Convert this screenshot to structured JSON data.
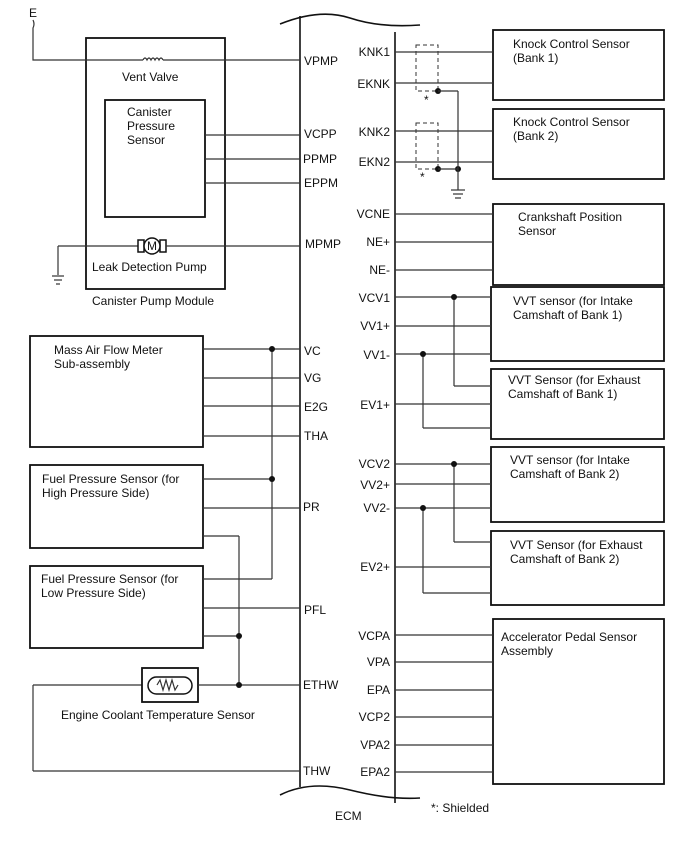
{
  "ecm": {
    "label": "ECM",
    "left_pins": [
      "VPMP",
      "VCPP",
      "PPMP",
      "EPPM",
      "MPMP",
      "VC",
      "VG",
      "E2G",
      "THA",
      "PR",
      "PFL",
      "ETHW",
      "THW"
    ],
    "right_pins": [
      "KNK1",
      "EKNK",
      "KNK2",
      "EKN2",
      "VCNE",
      "NE+",
      "NE-",
      "VCV1",
      "VV1+",
      "VV1-",
      "EV1+",
      "VCV2",
      "VV2+",
      "VV2-",
      "EV2+",
      "VCPA",
      "VPA",
      "EPA",
      "VCP2",
      "VPA2",
      "EPA2"
    ]
  },
  "ground_label": "E",
  "components": {
    "canister_pump_module": "Canister Pump Module",
    "vent_valve": "Vent Valve",
    "canister_pressure_sensor": [
      "Canister",
      "Pressure",
      "Sensor"
    ],
    "leak_detection_pump": "Leak Detection Pump",
    "motor_symbol": "M",
    "maf_meter": [
      "Mass Air Flow Meter",
      "Sub-assembly"
    ],
    "fuel_pressure_high": [
      "Fuel Pressure Sensor (for",
      "High Pressure Side)"
    ],
    "fuel_pressure_low": [
      "Fuel Pressure Sensor (for",
      "Low Pressure Side)"
    ],
    "ect_sensor": "Engine Coolant Temperature Sensor",
    "knock_bank1": [
      "Knock Control Sensor",
      "(Bank 1)"
    ],
    "knock_bank2": [
      "Knock Control Sensor",
      "(Bank 2)"
    ],
    "crankshaft": [
      "Crankshaft Position",
      "Sensor"
    ],
    "vvt_intake_b1": [
      "VVT sensor (for Intake",
      "Camshaft of Bank 1)"
    ],
    "vvt_exhaust_b1": [
      "VVT Sensor (for Exhaust",
      "Camshaft of Bank 1)"
    ],
    "vvt_intake_b2": [
      "VVT sensor (for Intake",
      "Camshaft of Bank 2)"
    ],
    "vvt_exhaust_b2": [
      "VVT Sensor (for Exhaust",
      "Camshaft of Bank 2)"
    ],
    "accel_pedal": [
      "Accelerator Pedal Sensor",
      "Assembly"
    ]
  },
  "shield_marker": "*",
  "legend": "*: Shielded"
}
